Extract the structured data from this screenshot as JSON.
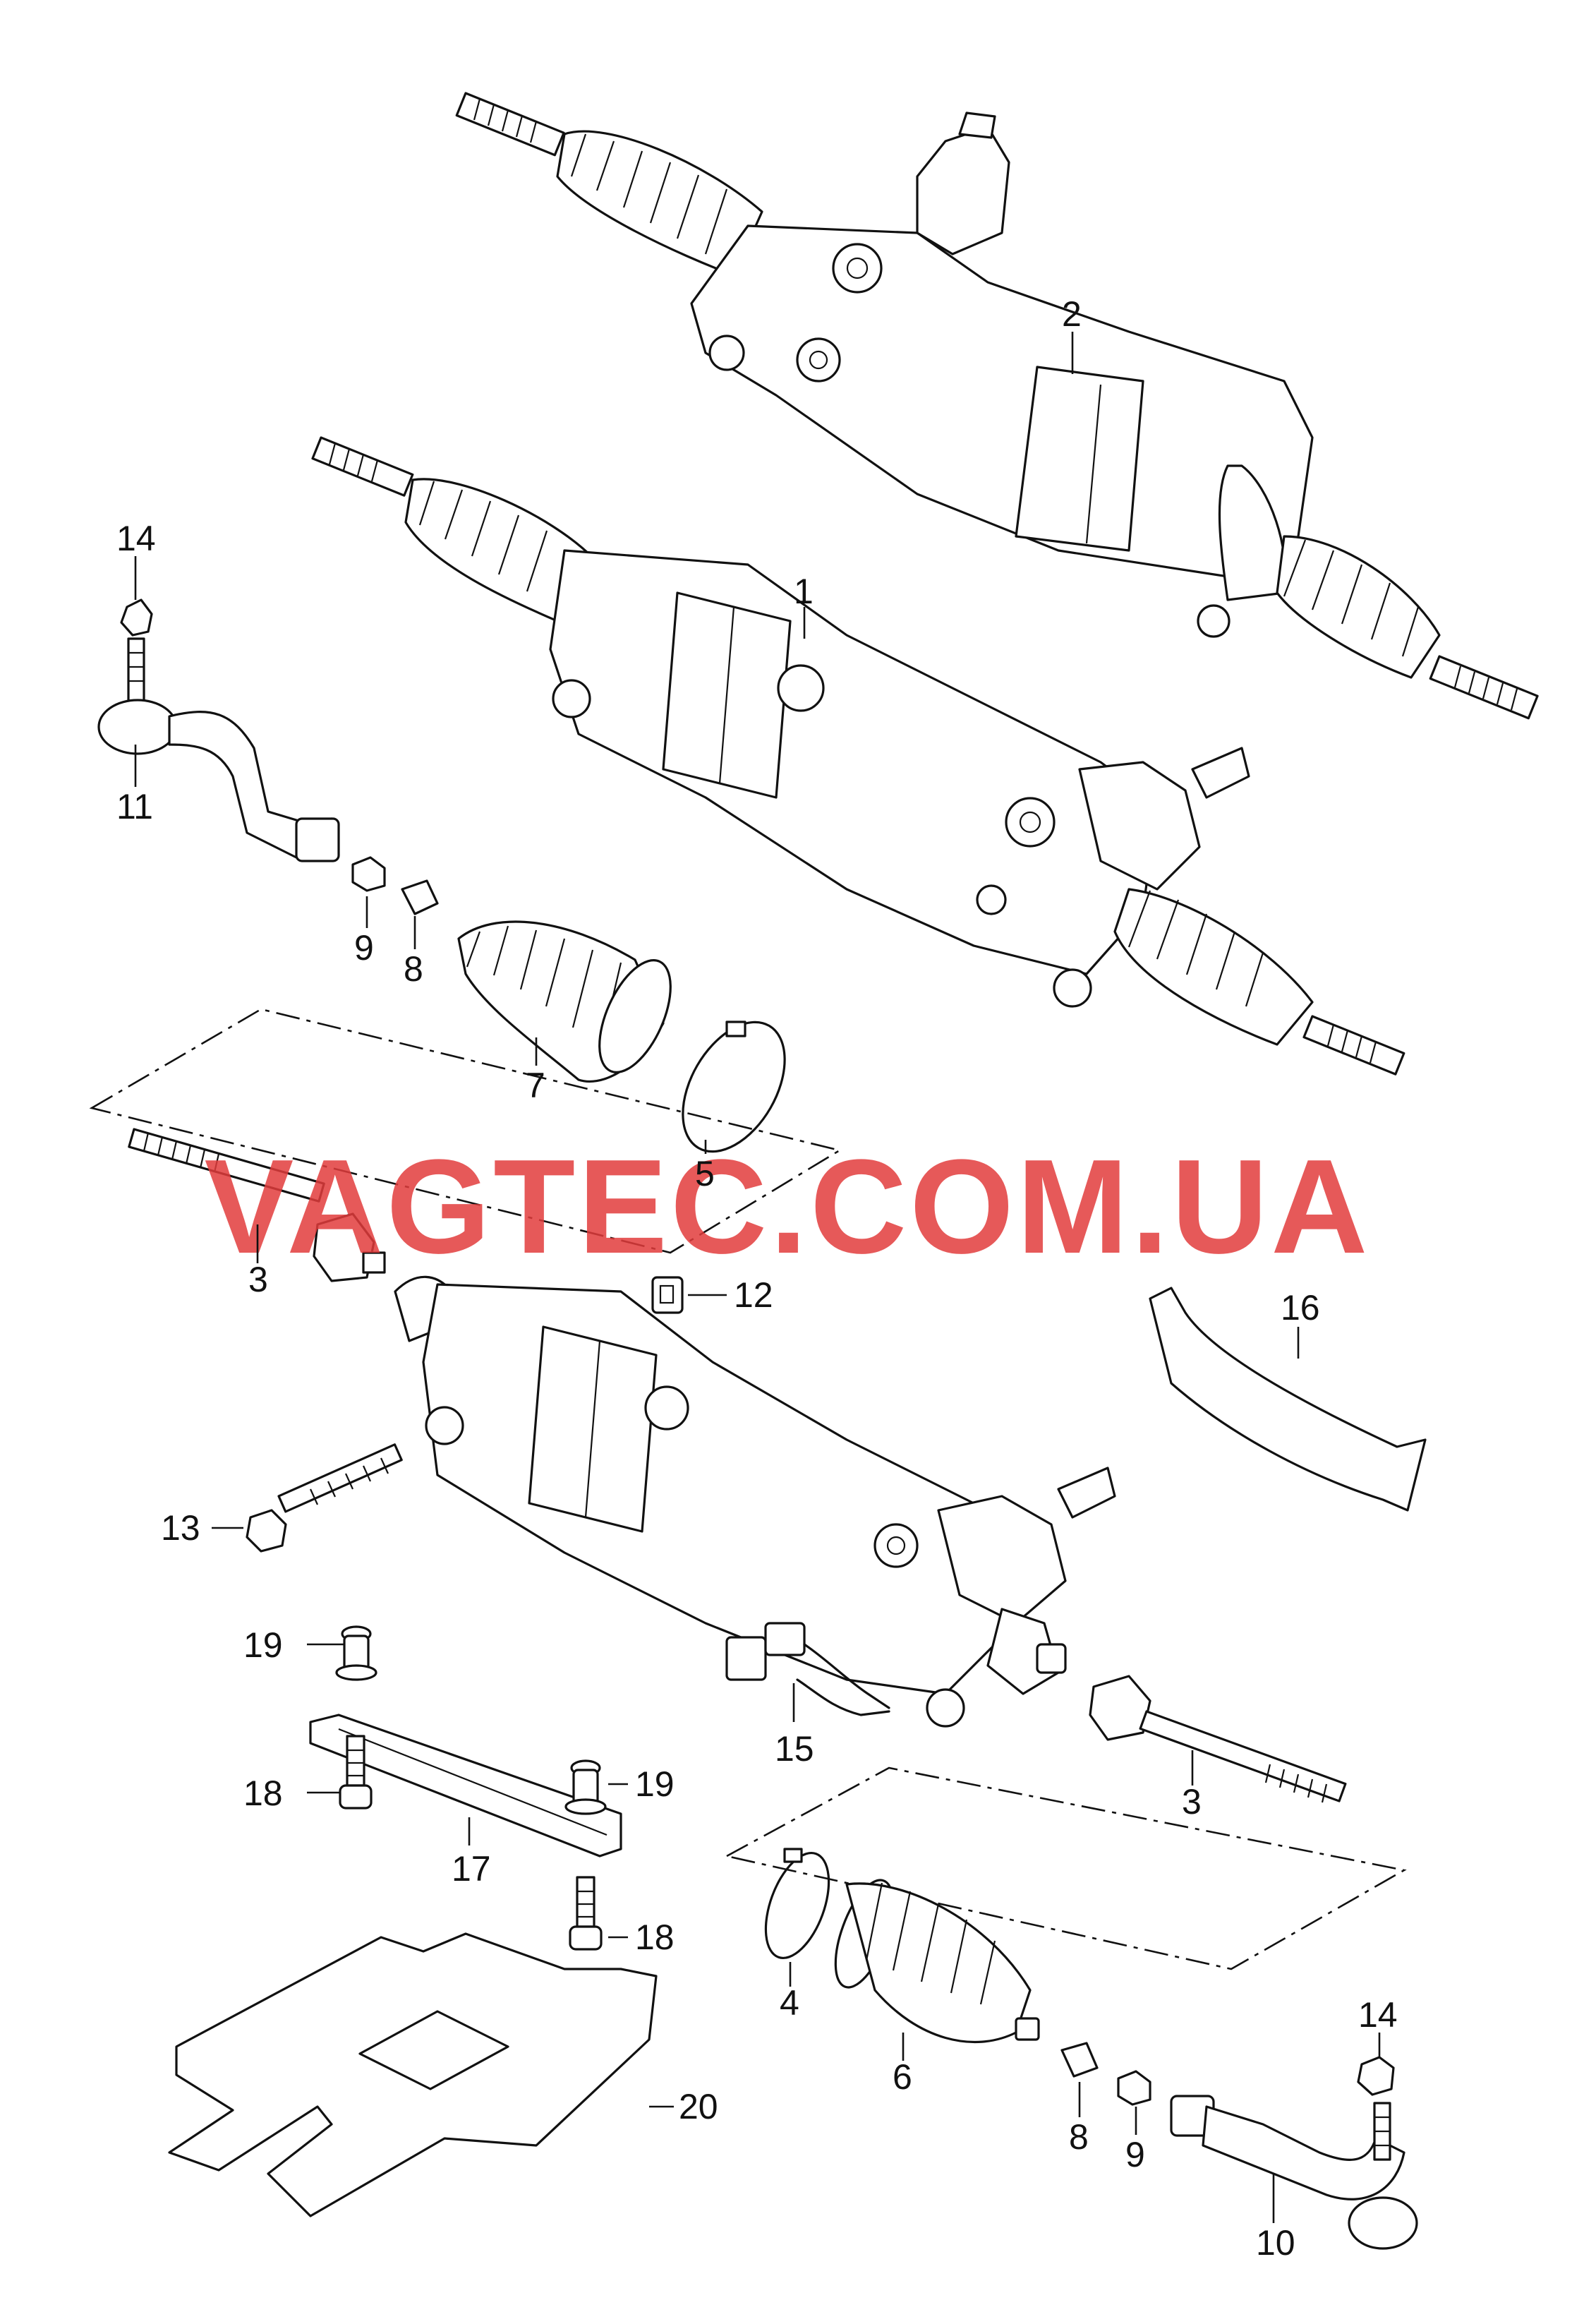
{
  "diagram": {
    "watermark": {
      "text": "VAGTEC.COM.UA",
      "color": "#e23c3c"
    },
    "callouts": [
      "1",
      "2",
      "3",
      "3",
      "4",
      "5",
      "6",
      "7",
      "8",
      "8",
      "9",
      "9",
      "10",
      "11",
      "12",
      "13",
      "14",
      "14",
      "15",
      "16",
      "17",
      "18",
      "18",
      "19",
      "19",
      "20"
    ]
  }
}
